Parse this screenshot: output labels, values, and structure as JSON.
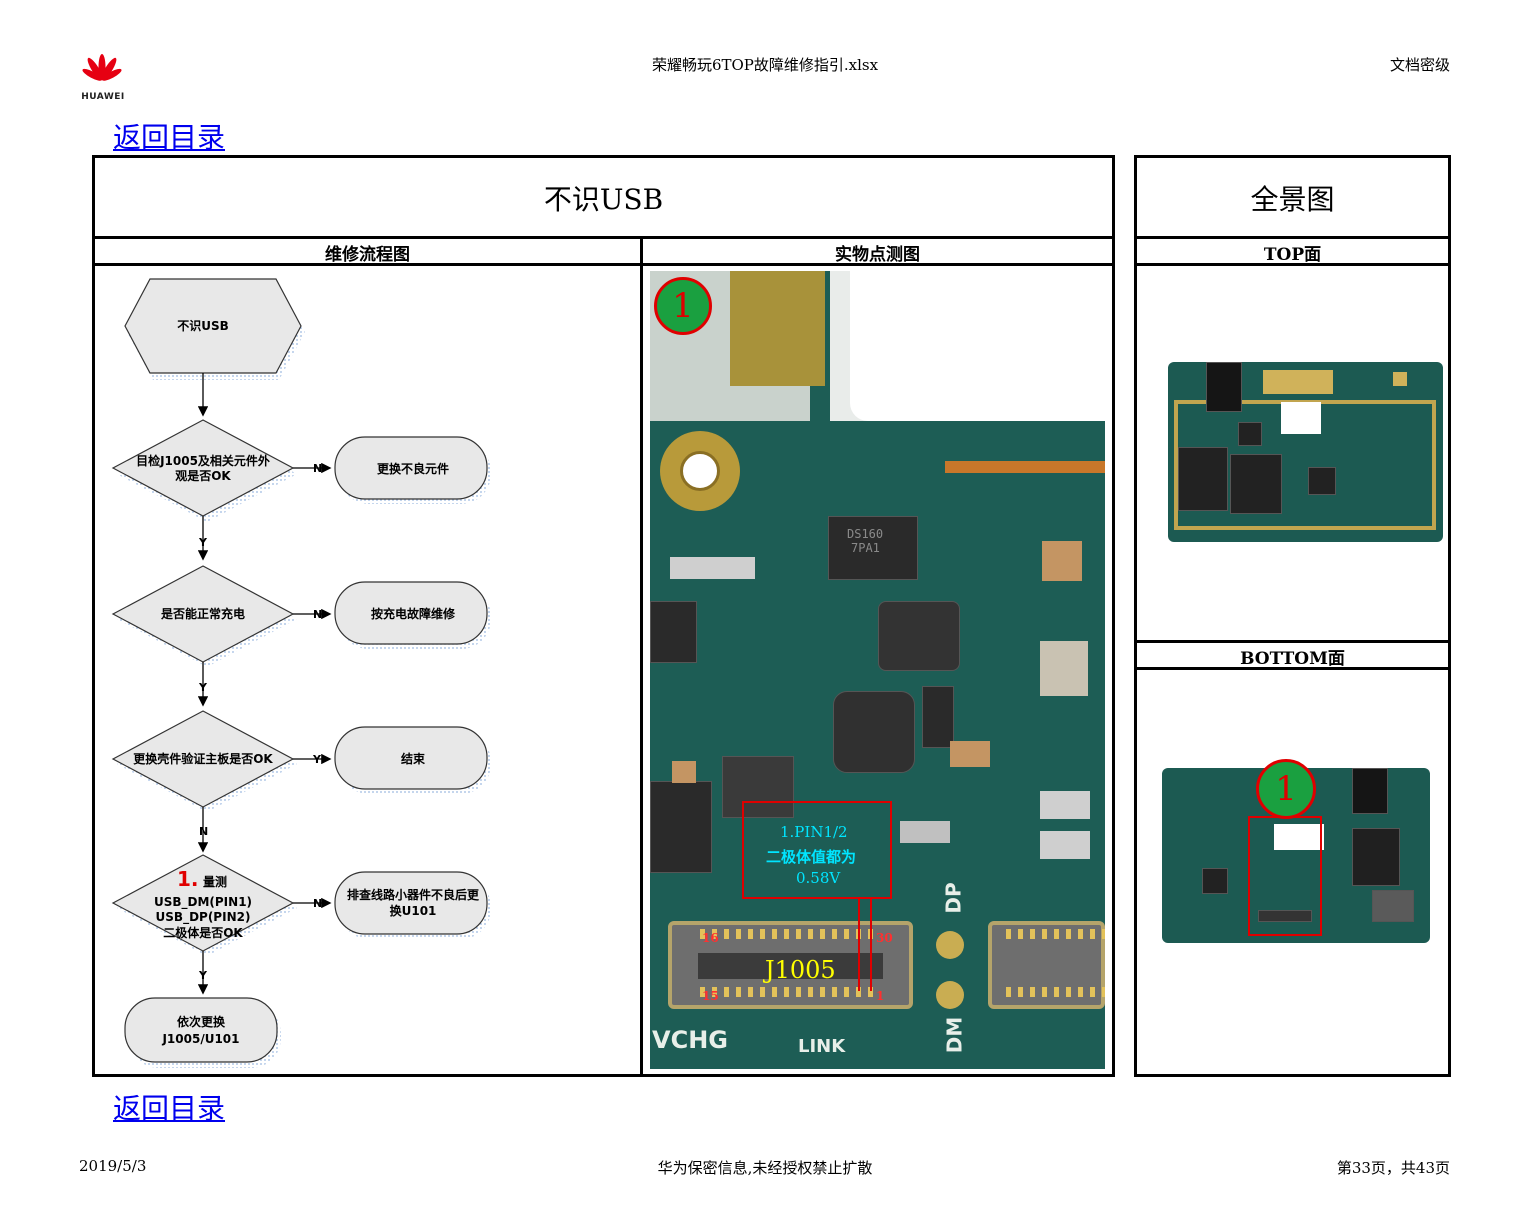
{
  "header": {
    "logo_text": "HUAWEI",
    "file_name": "荣耀畅玩6TOP故障维修指引.xlsx",
    "classification": "文档密级"
  },
  "nav": {
    "back_top": "返回目录",
    "back_bottom": "返回目录"
  },
  "main": {
    "title": "不识USB",
    "col_flow": "维修流程图",
    "col_photo": "实物点测图",
    "panorama_title": "全景图",
    "top_label": "TOP面",
    "bottom_label": "BOTTOM面"
  },
  "flow": {
    "start": "不识USB",
    "q1_line1": "目检J1005及相关元件外",
    "q1_line2": "观是否OK",
    "a1": "更换不良元件",
    "q2": "是否能正常充电",
    "a2": "按充电故障维修",
    "q3": "更换壳件验证主板是否OK",
    "a3": "结束",
    "q4_num": "1.",
    "q4_line1": "量测",
    "q4_line2": "USB_DM(PIN1)",
    "q4_line3": "USB_DP(PIN2)",
    "q4_line4": "二极体是否OK",
    "a4_line1": "排查线路小器件不良后更",
    "a4_line2": "换U101",
    "end_line1": "依次更换",
    "end_line2": "J1005/U101",
    "label_n": "N",
    "label_y": "Y"
  },
  "photo": {
    "marker": "1",
    "annot_line1": "1.PIN1/2",
    "annot_line2": "二极体值都为",
    "annot_line3": "0.58V",
    "connector": "J1005",
    "pin16": "16",
    "pin30": "30",
    "pin15": "15",
    "pin1": "1",
    "silk_dp": "DP",
    "silk_dm": "DM",
    "silk_vchg": "VCHG",
    "silk_link": "LINK",
    "chip_mark1": "DS160",
    "chip_mark2": "7PA1"
  },
  "panorama": {
    "marker": "1"
  },
  "footer": {
    "date": "2019/5/3",
    "notice": "华为保密信息,未经授权禁止扩散",
    "page": "第33页，共43页"
  },
  "colors": {
    "link": "#0000ee",
    "marker_fill": "#1aa040",
    "marker_border": "#e00000",
    "annot_box": "#e00000",
    "annot_text": "#00e5ff",
    "connector_text": "#ffff00"
  }
}
